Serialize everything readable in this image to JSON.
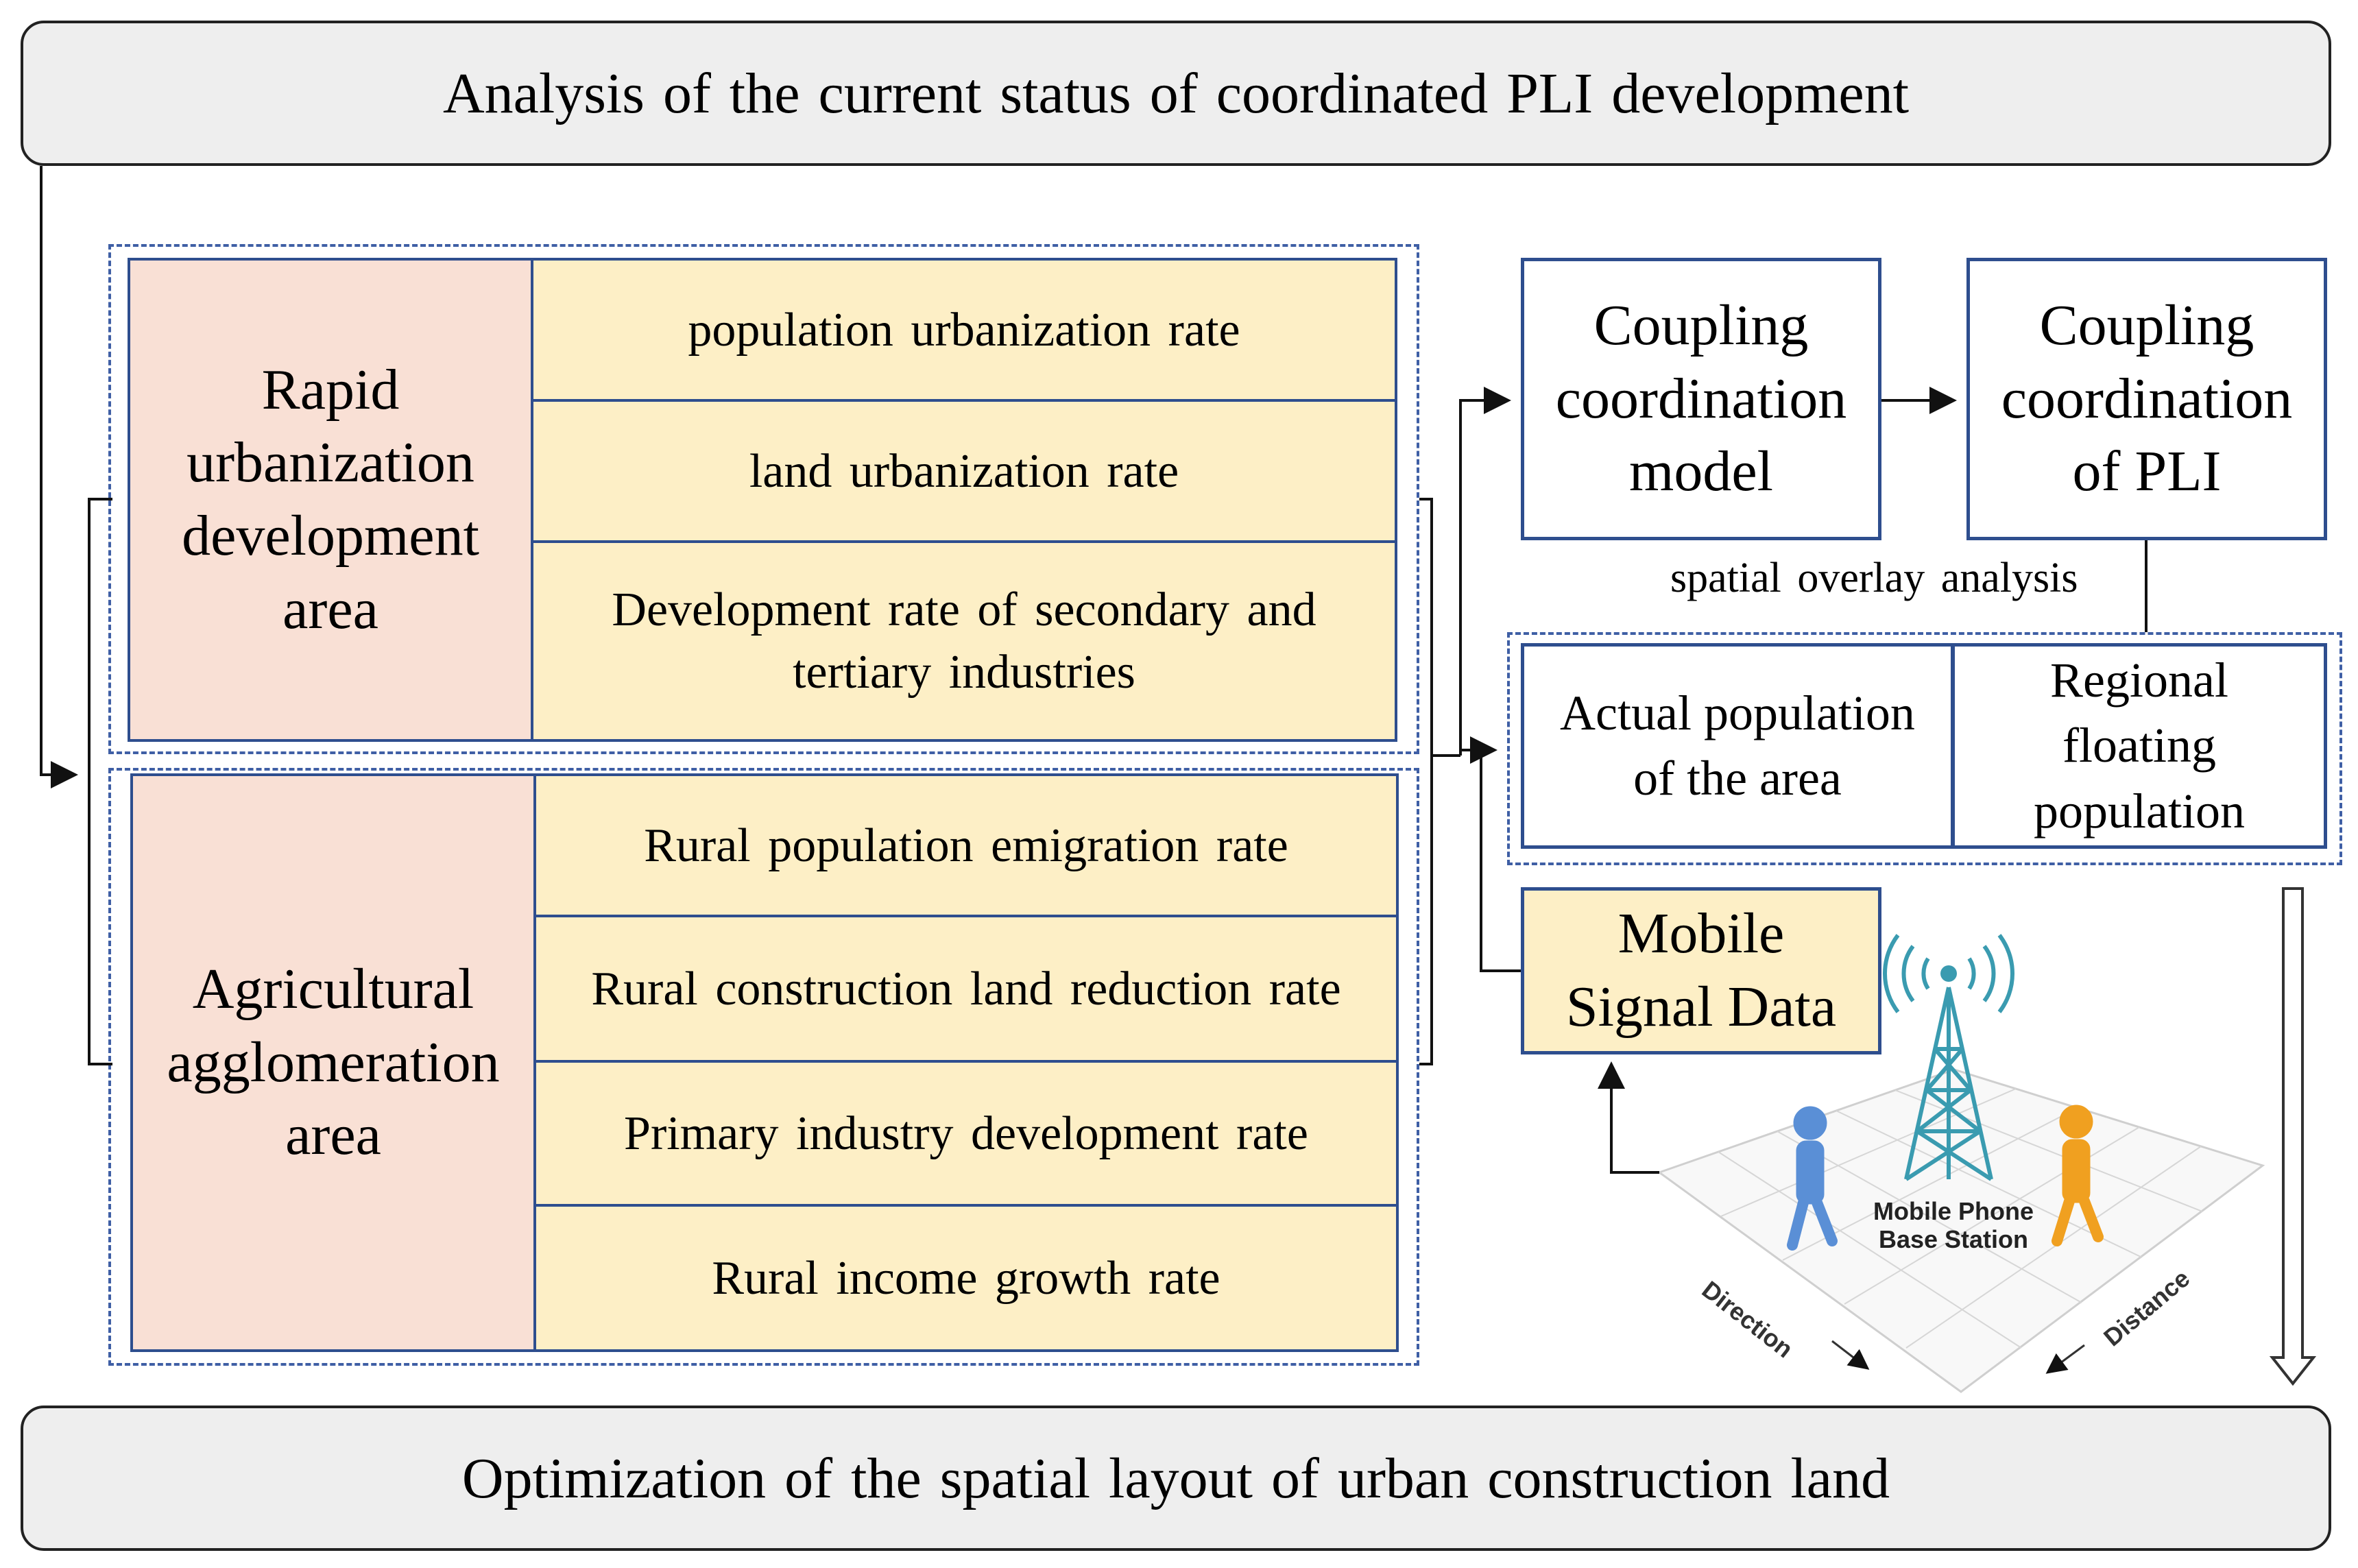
{
  "top_banner": "Analysis of the current status of coordinated PLI development",
  "bottom_banner": "Optimization of the spatial layout of urban construction land",
  "groups": [
    {
      "area": "Rapid urbanization development area",
      "indicators": [
        "population urbanization rate",
        "land urbanization rate",
        "Development rate of secondary and tertiary industries"
      ]
    },
    {
      "area": "Agricultural agglomeration area",
      "indicators": [
        "Rural population emigration rate",
        "Rural construction land reduction rate",
        "Primary industry development rate",
        "Rural income growth rate"
      ]
    }
  ],
  "model_box": "Coupling coordination model",
  "result_box": "Coupling coordination of PLI",
  "overlay_label": "spatial overlay analysis",
  "population_boxes": [
    "Actual population of the area",
    "Regional floating population"
  ],
  "mobile_box": "Mobile Signal Data",
  "illustration": {
    "station_label": "Mobile Phone Base Station",
    "direction_label": "Direction",
    "distance_label": "Distance"
  },
  "colors": {
    "area_fill": "#f9e0d5",
    "indicator_fill": "#fdefc6",
    "border_blue": "#2e4e8e",
    "banner_fill": "#eeeeee"
  }
}
